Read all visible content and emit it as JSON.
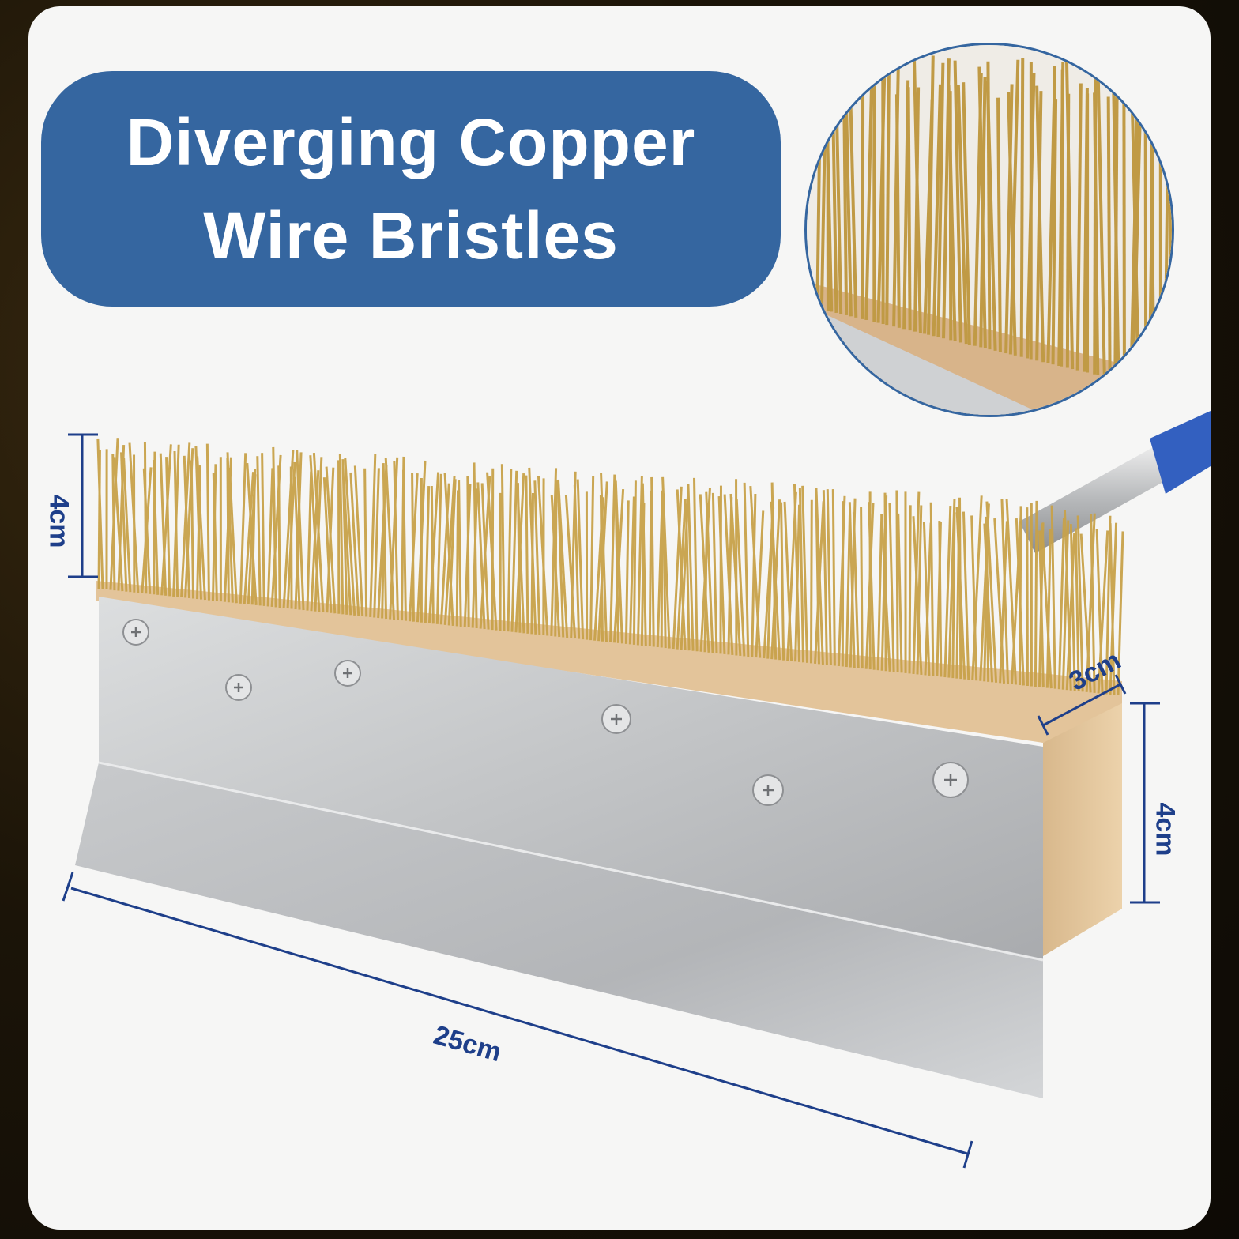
{
  "headline": {
    "line1": "Diverging Copper",
    "line2": "Wire Bristles"
  },
  "dimensions": {
    "bristle_height": "4cm",
    "block_depth": "3cm",
    "block_height": "4cm",
    "length": "25cm"
  },
  "colors": {
    "banner": "#3566a0",
    "dimension_text": "#1e3f8a",
    "bristle": "#c8a24a",
    "wood": "#e3c49a",
    "steel": "#c9cbcd",
    "handle_grip": "#3360c0"
  }
}
